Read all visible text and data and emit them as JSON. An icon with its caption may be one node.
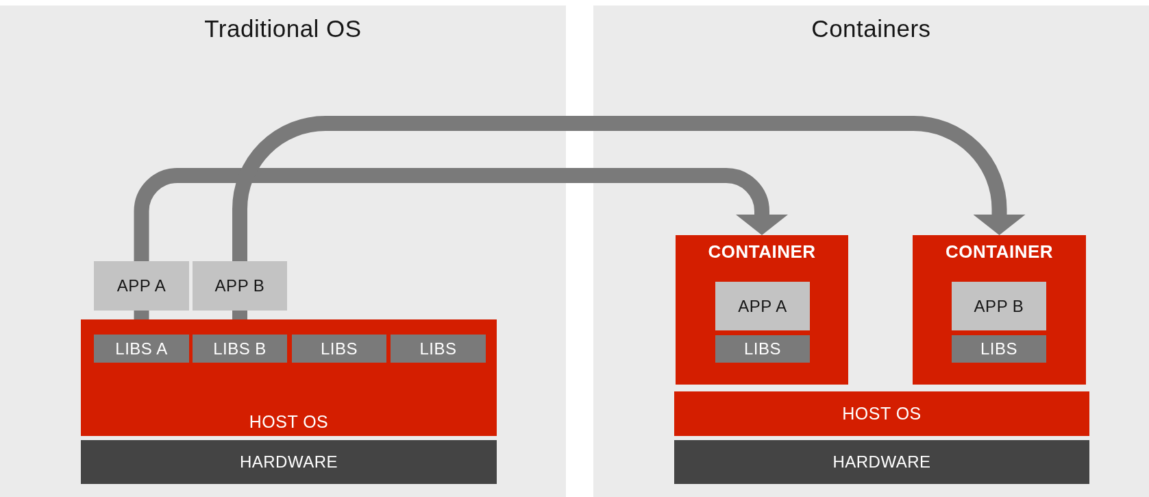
{
  "diagram": {
    "nodes": [
      {
        "text": [
          "Traditional OS"
        ]
      },
      {
        "text": [
          "Containers"
        ]
      },
      {
        "text": [
          "APP A"
        ],
        "in": 0
      },
      {
        "text": [
          "APP B"
        ],
        "in": 0
      },
      {
        "text": [
          "HOST OS"
        ],
        "in": 0
      },
      {
        "text": [
          "LIBS A"
        ],
        "in": 4
      },
      {
        "text": [
          "LIBS B"
        ],
        "in": 4
      },
      {
        "text": [
          "LIBS"
        ],
        "in": 4
      },
      {
        "text": [
          "LIBS"
        ],
        "in": 4
      },
      {
        "text": [
          "HARDWARE"
        ],
        "in": 0
      },
      {
        "text": [
          "CONTAINER"
        ],
        "in": 1
      },
      {
        "text": [
          "APP A"
        ],
        "in": 10
      },
      {
        "text": [
          "LIBS"
        ],
        "in": 10
      },
      {
        "text": [
          "CONTAINER"
        ],
        "in": 1
      },
      {
        "text": [
          "APP B"
        ],
        "in": 13
      },
      {
        "text": [
          "LIBS"
        ],
        "in": 13
      },
      {
        "text": [
          "HOST OS"
        ],
        "in": 1
      },
      {
        "text": [
          "HARDWARE"
        ],
        "in": 1
      }
    ],
    "edges": [
      {
        "from": 2,
        "to": 10,
        "arrow": "to"
      },
      {
        "from": 3,
        "to": 13,
        "arrow": "to"
      },
      {
        "from": 2,
        "to": 5,
        "arrow": "none"
      },
      {
        "from": 3,
        "to": 6,
        "arrow": "none"
      }
    ]
  }
}
